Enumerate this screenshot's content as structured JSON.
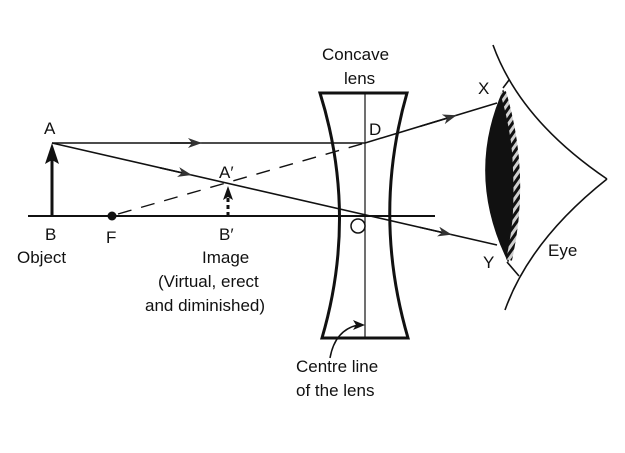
{
  "diagram": {
    "title": "Image formation by a concave lens",
    "colors": {
      "ink": "#111111",
      "background": "#ffffff",
      "hatch": "#cfcfcf"
    },
    "points": {
      "A": "A",
      "B": "B",
      "F": "F",
      "A_prime": "A′",
      "B_prime": "B′",
      "D": "D",
      "X": "X",
      "Y": "Y"
    },
    "labels": {
      "object": "Object",
      "image": "Image",
      "image_note_1": "(Virtual, erect",
      "image_note_2": "and diminished)",
      "lens_1": "Concave",
      "lens_2": "lens",
      "centre_line_1": "Centre line",
      "centre_line_2": "of the lens",
      "eye": "Eye"
    }
  }
}
